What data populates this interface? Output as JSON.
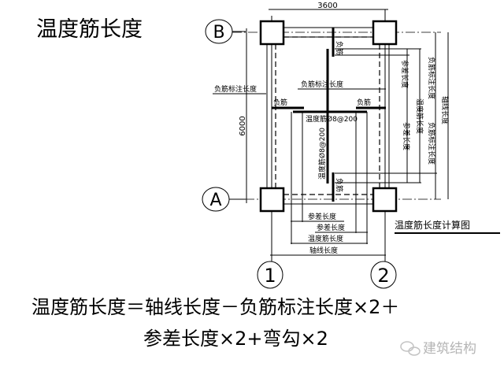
{
  "title": "温度筋长度",
  "axes": {
    "B": "B",
    "A": "A",
    "one": "1",
    "two": "2"
  },
  "dims": {
    "width": "3600",
    "height": "6000"
  },
  "labels": {
    "neg_bar_mark_len_left": "负筋标注长度",
    "neg_bar_mark_len_top": "负筋标注长度",
    "neg_bar_left": "负筋",
    "neg_bar_right": "负筋",
    "neg_bar_top": "负筋",
    "neg_bar_bottom": "负筋",
    "temp_bar_h": "温度筋Ø8@200",
    "temp_bar_v": "温度筋Ø8@200",
    "ref_len_r1": "参差长度",
    "temp_len_r": "温度筋长度",
    "neg_mark_len_r": "负筋标注长度",
    "axis_len_r": "轴线长度",
    "ref_len_r2": "参差长度",
    "ref_len_b1": "参差长度",
    "ref_len_b2": "参差长度",
    "temp_len_b": "温度筋长度",
    "axis_len_b": "轴线长度"
  },
  "caption": "温度筋长度计算图",
  "formula": {
    "line1": "温度筋长度＝轴线长度－负筋标注长度×2＋",
    "line2": "参差长度×2+弯勾×2"
  },
  "watermark": "建筑结构"
}
